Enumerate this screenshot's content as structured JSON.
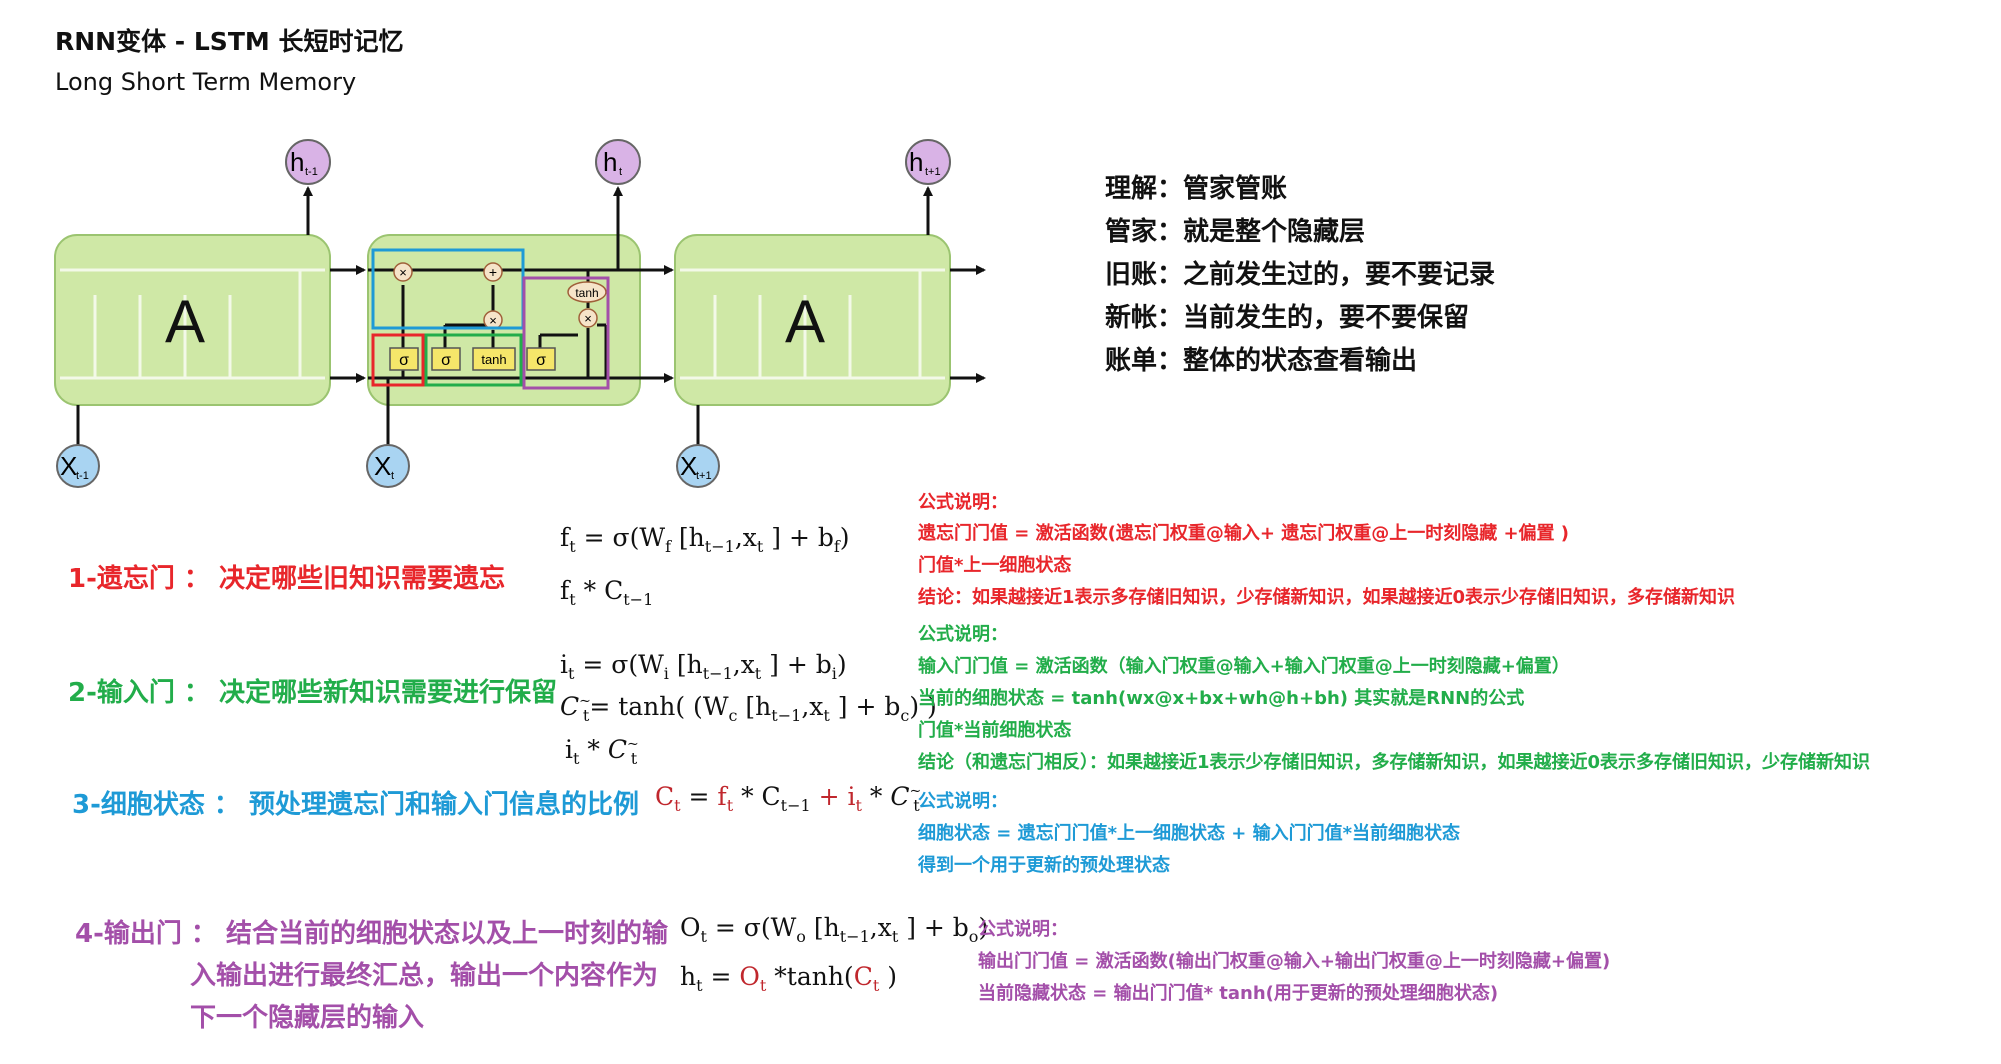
{
  "header": {
    "title": "RNN变体 - LSTM 长短时记忆",
    "subtitle": "Long Short Term Memory"
  },
  "diagram": {
    "cell_label": "A",
    "outputs": [
      {
        "base": "h",
        "sub": "t-1"
      },
      {
        "base": "h",
        "sub": "t"
      },
      {
        "base": "h",
        "sub": "t+1"
      }
    ],
    "inputs": [
      {
        "base": "X",
        "sub": "t-1"
      },
      {
        "base": "X",
        "sub": "t"
      },
      {
        "base": "X",
        "sub": "t+1"
      }
    ],
    "gate_sigma": "σ",
    "gate_tanh": "tanh",
    "op_mul": "×",
    "op_add": "+"
  },
  "analogy": [
    "理解：管家管账",
    "管家：就是整个隐藏层",
    "旧账：之前发生过的，要不要记录",
    "新帐：当前发生的，要不要保留",
    "账单：整体的状态查看输出"
  ],
  "sections": {
    "forget": {
      "title": "1-遗忘门 ： 决定哪些旧知识需要遗忘",
      "f1": {
        "a": "f",
        "a_sub": "t",
        "b": " = σ(W",
        "b_sub": "f",
        "c": " [h",
        "c_sub": "t−1",
        "d": ",x",
        "d_sub": "t",
        "e": " ] + b",
        "e_sub": "f",
        "f": ")"
      },
      "f2": {
        "a": "f",
        "a_sub": "t",
        "b": " * C",
        "b_sub": "t−1"
      },
      "notes": [
        "公式说明：",
        "遗忘门门值 = 激活函数(遗忘门权重@输入+ 遗忘门权重@上一时刻隐藏 +偏置 )",
        "门值*上一细胞状态",
        " 结论：如果越接近1表示多存储旧知识，少存储新知识，如果越接近0表示少存储旧知识，多存储新知识"
      ]
    },
    "input": {
      "title": "2-输入门 ： 决定哪些新知识需要进行保留",
      "f1": {
        "a": "i",
        "a_sub": "t",
        "b": " = σ(W",
        "b_sub": "i",
        "c": " [h",
        "c_sub": "t−1",
        "d": ",x",
        "d_sub": "t",
        "e": " ] + b",
        "e_sub": "i",
        "f": ")"
      },
      "f2": {
        "a": "C",
        "a_sub": "t",
        "a_sup": "~",
        "b": "= tanh( (W",
        "b_sub": "c",
        "c": " [h",
        "c_sub": "t−1",
        "d": ",x",
        "d_sub": "t",
        "e": " ] + b",
        "e_sub": "c",
        "f": ") )"
      },
      "f3": {
        "a": "i",
        "a_sub": "t",
        "b": " * ",
        "c": "C",
        "c_sub": "t",
        "c_sup": "~"
      },
      "notes": [
        "公式说明：",
        "输入门门值 = 激活函数（输入门权重@输入+输入门权重@上一时刻隐藏+偏置）",
        "当前的细胞状态 = tanh(wx@x+bx+wh@h+bh)   其实就是RNN的公式",
        "门值*当前细胞状态",
        "结论（和遗忘门相反）：如果越接近1表示少存储旧知识，多存储新知识，如果越接近0表示多存储旧知识，少存储新知识"
      ]
    },
    "cell": {
      "title": "3-细胞状态 ： 预处理遗忘门和输入门信息的比例",
      "f1": {
        "a": "C",
        "a_sub": "t",
        "b": " = ",
        "c": "f",
        "c_sub": "t",
        "d": " * C",
        "d_sub": "t−1",
        "e": " + ",
        "f": "i",
        "f_sub": "t",
        "g": " * ",
        "h": "C",
        "h_sub": "t",
        "h_sup": "~"
      },
      "notes": [
        " 公式说明：",
        " 细胞状态 = 遗忘门门值*上一细胞状态 + 输入门门值*当前细胞状态",
        " 得到一个用于更新的预处理状态"
      ]
    },
    "output": {
      "title_lines": [
        "4-输出门 ： 结合当前的细胞状态以及上一时刻的输",
        "入输出进行最终汇总，输出一个内容作为",
        "下一个隐藏层的输入"
      ],
      "f1": {
        "a": "O",
        "a_sub": "t",
        "b": " = σ(W",
        "b_sub": "o",
        "c": " [h",
        "c_sub": "t−1",
        "d": ",x",
        "d_sub": "t",
        "e": " ] + b",
        "e_sub": "o",
        "f": ")"
      },
      "f2": {
        "a": "h",
        "a_sub": "t",
        "b": " = ",
        "c": "O",
        "c_sub": "t",
        "d": " *tanh(",
        "e": "C",
        "e_sub": "t",
        "f": " )"
      },
      "notes": [
        "公式说明：",
        "输出门门值 = 激活函数(输出门权重@输入+输出门权重@上一时刻隐藏+偏置)",
        "当前隐藏状态 = 输出门门值* tanh(用于更新的预处理细胞状态)"
      ]
    }
  },
  "colors": {
    "forget": "#e8262b",
    "input": "#22ad4a",
    "cell": "#1e9ad6",
    "output": "#a34fa9",
    "cell_bg": "#cfe8a6",
    "node_purple": "#d9b3e6",
    "node_blue": "#a9d4f2"
  }
}
